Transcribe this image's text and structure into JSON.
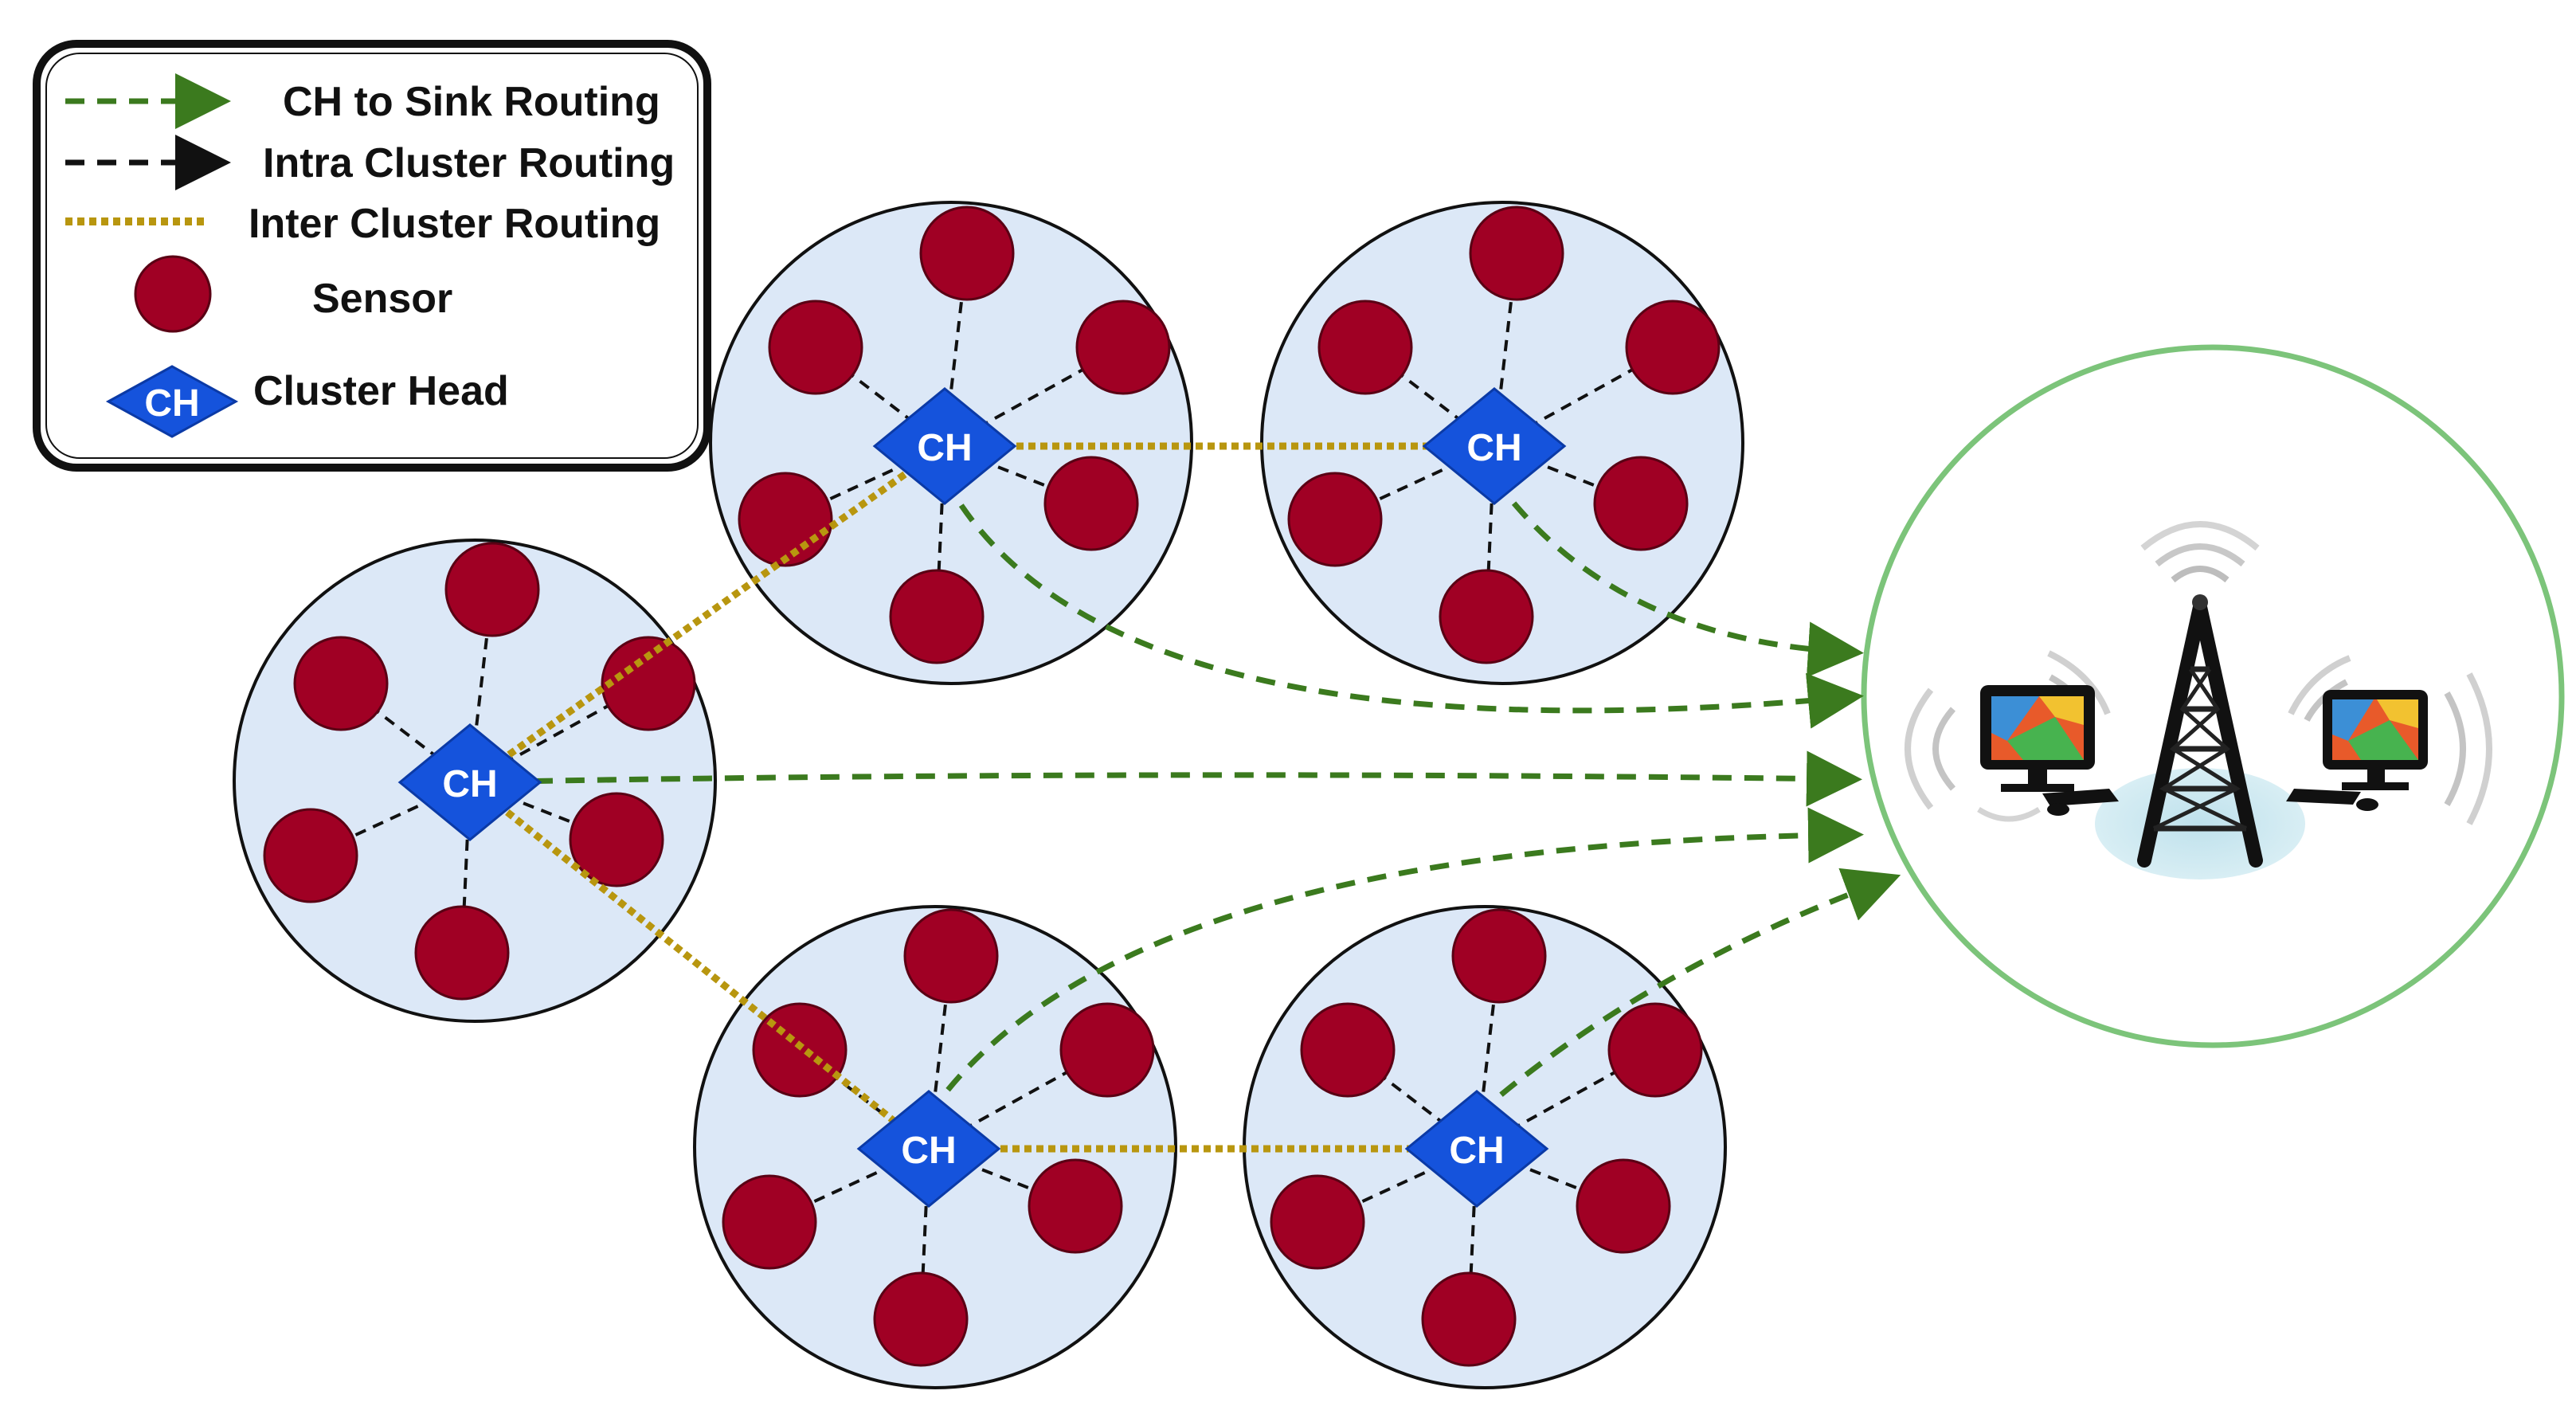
{
  "legend": {
    "ch_to_sink": "CH to Sink Routing",
    "intra_cluster": "Intra Cluster Routing",
    "inter_cluster": "Inter Cluster Routing",
    "sensor": "Sensor",
    "cluster_head": "Cluster Head",
    "ch_symbol": "CH"
  },
  "cluster_head_label": "CH",
  "clusters": [
    {
      "id": "left",
      "sensor_count": 6
    },
    {
      "id": "top-1",
      "sensor_count": 6
    },
    {
      "id": "top-2",
      "sensor_count": 6
    },
    {
      "id": "bottom-1",
      "sensor_count": 6
    },
    {
      "id": "bottom-2",
      "sensor_count": 6
    }
  ],
  "sink": {
    "icons": [
      "radio-tower-icon",
      "computer-monitor-icon",
      "computer-monitor-icon"
    ]
  },
  "colors": {
    "ch_to_sink": "#3b7a1e",
    "intra_cluster": "#111111",
    "inter_cluster": "#b8960f",
    "sensor": "#a00024",
    "cluster_head": "#1553dc",
    "cluster_fill": "#dce8f7",
    "sink_border": "#7cc47a"
  }
}
